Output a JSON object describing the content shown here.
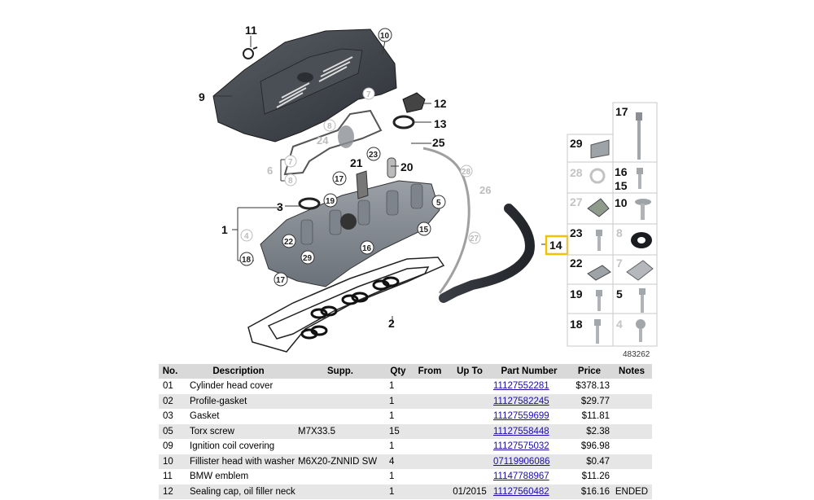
{
  "diagram": {
    "id_label": "483262",
    "main_callouts": {
      "c1": "1",
      "c2": "2",
      "c3": "3",
      "c6": "6",
      "c9": "9",
      "c11": "11",
      "c12": "12",
      "c13": "13",
      "c14": "14",
      "c20": "20",
      "c21": "21",
      "c24": "24",
      "c25": "25",
      "c26": "26"
    },
    "circle_callouts": {
      "k10": "10",
      "k7a": "7",
      "k8": "8",
      "k7b": "7",
      "k8b": "8",
      "k23": "23",
      "k17a": "17",
      "k19": "19",
      "k5": "5",
      "k4": "4",
      "k22": "22",
      "k16": "16",
      "k15": "15",
      "k18": "18",
      "k29": "29",
      "k17b": "17",
      "k28": "28",
      "k27": "27"
    },
    "grid_labels": {
      "g17": "17",
      "g29": "29",
      "g28": "28",
      "g16": "16",
      "g15": "15",
      "g27": "27",
      "g10": "10",
      "g23": "23",
      "g8": "8",
      "g22": "22",
      "g7": "7",
      "g19": "19",
      "g5": "5",
      "g18": "18",
      "g4": "4"
    }
  },
  "parts_table": {
    "headers": {
      "no": "No.",
      "description": "Description",
      "supp": "Supp.",
      "qty": "Qty",
      "from": "From",
      "up_to": "Up To",
      "part_number": "Part Number",
      "price": "Price",
      "notes": "Notes"
    },
    "rows": [
      {
        "no": "01",
        "description": "Cylinder head cover",
        "supp": "",
        "qty": "1",
        "from": "",
        "up_to": "",
        "part_number": "11127552281",
        "price": "$378.13",
        "notes": ""
      },
      {
        "no": "02",
        "description": "Profile-gasket",
        "supp": "",
        "qty": "1",
        "from": "",
        "up_to": "",
        "part_number": "11127582245",
        "price": "$29.77",
        "notes": ""
      },
      {
        "no": "03",
        "description": "Gasket",
        "supp": "",
        "qty": "1",
        "from": "",
        "up_to": "",
        "part_number": "11127559699",
        "price": "$11.81",
        "notes": ""
      },
      {
        "no": "05",
        "description": "Torx screw",
        "supp": "M7X33.5",
        "qty": "15",
        "from": "",
        "up_to": "",
        "part_number": "11127558448",
        "price": "$2.38",
        "notes": ""
      },
      {
        "no": "09",
        "description": "Ignition coil covering",
        "supp": "",
        "qty": "1",
        "from": "",
        "up_to": "",
        "part_number": "11127575032",
        "price": "$96.98",
        "notes": ""
      },
      {
        "no": "10",
        "description": "Fillister head with washer",
        "supp": "M6X20-ZNNID SW",
        "qty": "4",
        "from": "",
        "up_to": "",
        "part_number": "07119906086",
        "price": "$0.47",
        "notes": ""
      },
      {
        "no": "11",
        "description": "BMW emblem",
        "supp": "",
        "qty": "1",
        "from": "",
        "up_to": "",
        "part_number": "11147788967",
        "price": "$11.26",
        "notes": ""
      },
      {
        "no": "12",
        "description": "Sealing cap, oil filler neck",
        "supp": "",
        "qty": "1",
        "from": "",
        "up_to": "01/2015",
        "part_number": "11127560482",
        "price": "$16.16",
        "notes": "ENDED"
      }
    ]
  },
  "colors": {
    "highlight": "#f2c200",
    "link": "#1a0dab",
    "header_bg": "#d9d9d9",
    "alt_row_bg": "#e6e6e6"
  }
}
